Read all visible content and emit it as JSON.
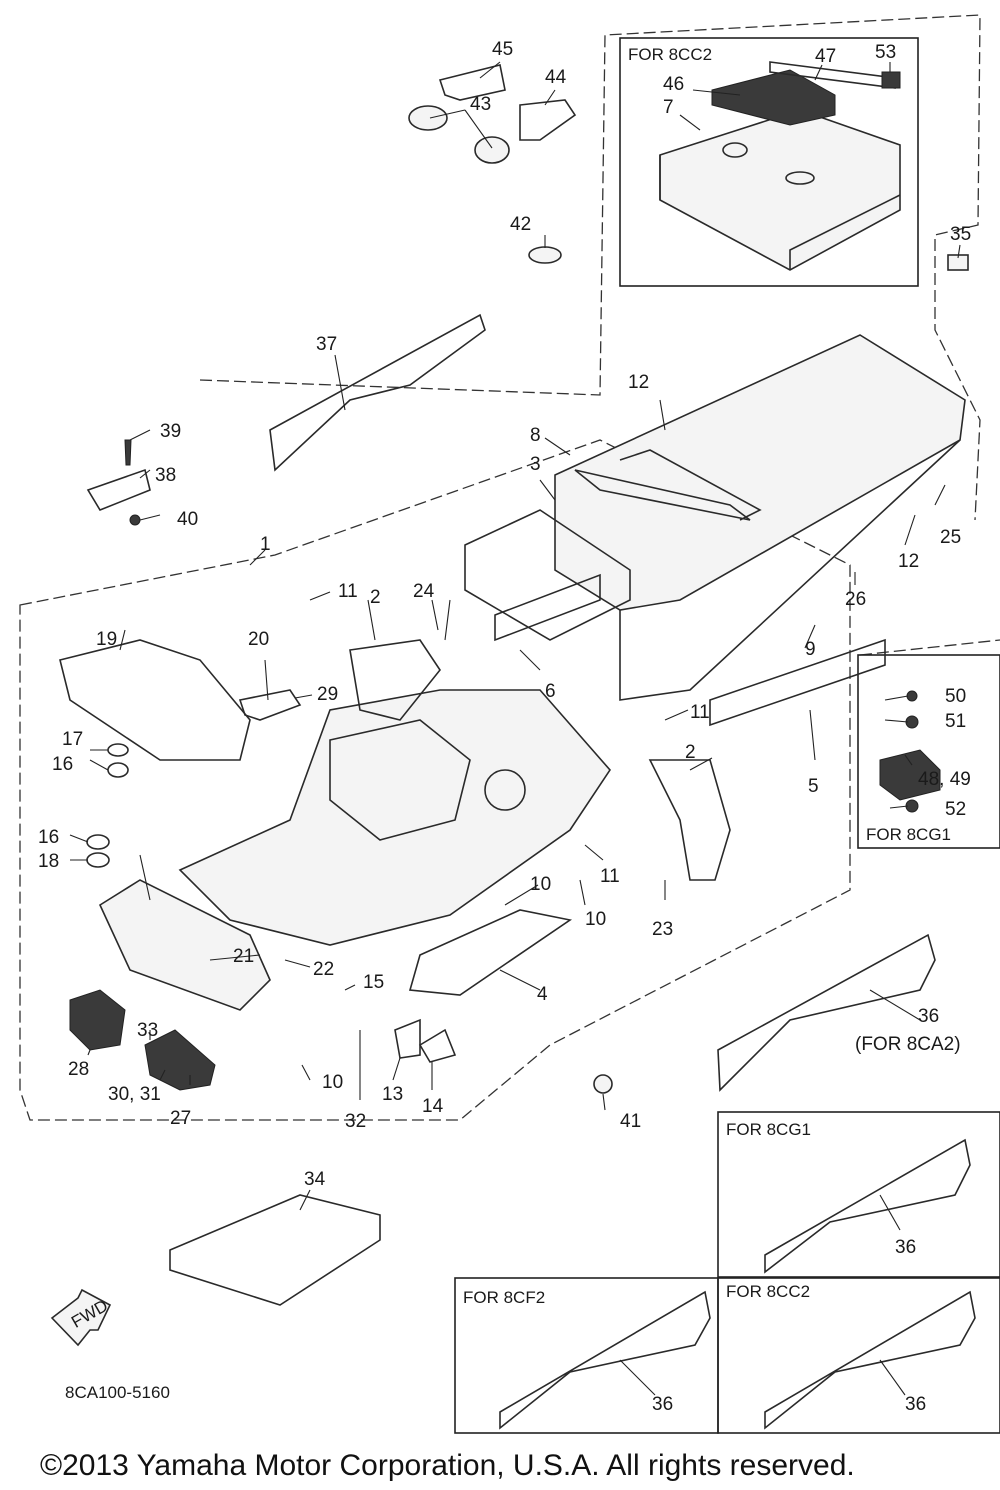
{
  "diagram_code": "8CA100-5160",
  "copyright": "©2013 Yamaha Motor Corporation, U.S.A. All rights reserved.",
  "fwd_label": "FWD",
  "boxes": {
    "top_right": "FOR 8CC2",
    "right_mid": "FOR 8CG1",
    "variant_8cg1": "FOR 8CG1",
    "variant_8cf2": "FOR 8CF2",
    "variant_8cc2": "FOR 8CC2"
  },
  "note_8ca2": "(FOR 8CA2)",
  "labels": {
    "p1": "1",
    "p2a": "2",
    "p2b": "2",
    "p3": "3",
    "p4": "4",
    "p5": "5",
    "p6": "6",
    "p7": "7",
    "p8": "8",
    "p9": "9",
    "p10a": "10",
    "p10b": "10",
    "p10c": "10",
    "p11a": "11",
    "p11b": "11",
    "p11c": "11",
    "p12a": "12",
    "p12b": "12",
    "p13": "13",
    "p14": "14",
    "p15": "15",
    "p16a": "16",
    "p16b": "16",
    "p17": "17",
    "p18": "18",
    "p19": "19",
    "p20": "20",
    "p21": "21",
    "p22": "22",
    "p23": "23",
    "p24": "24",
    "p25": "25",
    "p26": "26",
    "p27": "27",
    "p28": "28",
    "p29": "29",
    "p30_31": "30, 31",
    "p32": "32",
    "p33": "33",
    "p34": "34",
    "p35": "35",
    "p36a": "36",
    "p36b": "36",
    "p36c": "36",
    "p36d": "36",
    "p37": "37",
    "p38": "38",
    "p39": "39",
    "p40": "40",
    "p41": "41",
    "p42": "42",
    "p43": "43",
    "p44": "44",
    "p45": "45",
    "p46": "46",
    "p47": "47",
    "p48_49": "48, 49",
    "p50": "50",
    "p51": "51",
    "p52": "52",
    "p53": "53"
  }
}
